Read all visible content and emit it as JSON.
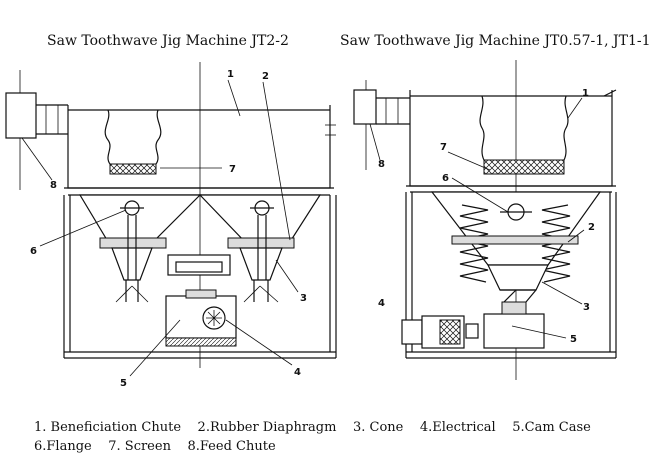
{
  "left_title": "Saw Toothwave Jig Machine JT2-2",
  "right_title": "Saw Toothwave Jig Machine JT0.57-1, JT1-1",
  "legend_line1": "1. Beneficiation Chute    2.Rubber Diaphragm    3. Cone    4.Electrical    5.Cam Case",
  "legend_line2": "6.Flange    7. Screen    8.Feed Chute",
  "callouts_left": [
    "1",
    "2",
    "7",
    "8",
    "6",
    "3",
    "5",
    "4"
  ],
  "callouts_right": [
    "1",
    "8",
    "7",
    "6",
    "2",
    "4",
    "3",
    "5"
  ]
}
